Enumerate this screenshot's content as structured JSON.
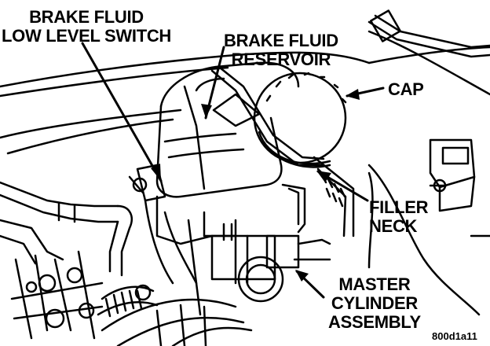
{
  "labels": {
    "low_level_switch": [
      "BRAKE FLUID",
      "LOW LEVEL SWITCH"
    ],
    "reservoir": [
      "BRAKE FLUID",
      "RESERVOIR"
    ],
    "cap": "CAP",
    "filler_neck": [
      "FILLER",
      "NECK"
    ],
    "master_cylinder": [
      "MASTER",
      "CYLINDER",
      "ASSEMBLY"
    ]
  },
  "figure_code": "800d1a11",
  "colors": {
    "ink": "#000000",
    "paper": "#ffffff"
  }
}
